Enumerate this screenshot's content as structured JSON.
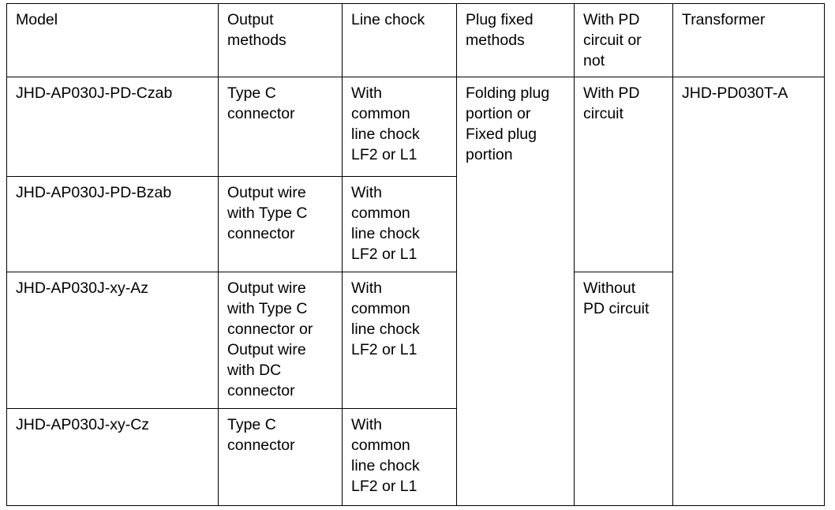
{
  "table": {
    "name": "model-specification-table",
    "columns": [
      {
        "key": "model",
        "label": "Model"
      },
      {
        "key": "output",
        "label": "Output\nmethods"
      },
      {
        "key": "chock",
        "label": "Line chock"
      },
      {
        "key": "plug",
        "label": "Plug fixed\nmethods"
      },
      {
        "key": "pd",
        "label": "With PD\ncircuit or\nnot"
      },
      {
        "key": "transformer",
        "label": "Transformer"
      }
    ],
    "rows": [
      {
        "model": "JHD-AP030J-PD-Czab",
        "output": "Type C\nconnector",
        "chock": "With\ncommon\nline chock\nLF2 or L1",
        "plug": "Folding plug\nportion or\nFixed plug\nportion",
        "pd": "With PD\ncircuit",
        "transformer": "JHD-PD030T-A"
      },
      {
        "model": "JHD-AP030J-PD-Bzab",
        "output": "Output wire\nwith Type C\nconnector",
        "chock": "With\ncommon\nline chock\nLF2 or L1",
        "plug": "",
        "pd": "",
        "transformer": ""
      },
      {
        "model": "JHD-AP030J-xy-Az",
        "output": "Output wire\nwith Type C\nconnector or\nOutput wire\nwith DC\nconnector",
        "chock": "With\ncommon\nline chock\nLF2 or L1",
        "plug": "",
        "pd": "Without\nPD circuit",
        "transformer": ""
      },
      {
        "model": "JHD-AP030J-xy-Cz",
        "output": "Type C\nconnector",
        "chock": "With\ncommon\nline chock\nLF2 or L1",
        "plug": "",
        "pd": "",
        "transformer": ""
      }
    ]
  },
  "style": {
    "border_color": "#000000",
    "text_color": "#000000",
    "background_color": "#ffffff"
  }
}
